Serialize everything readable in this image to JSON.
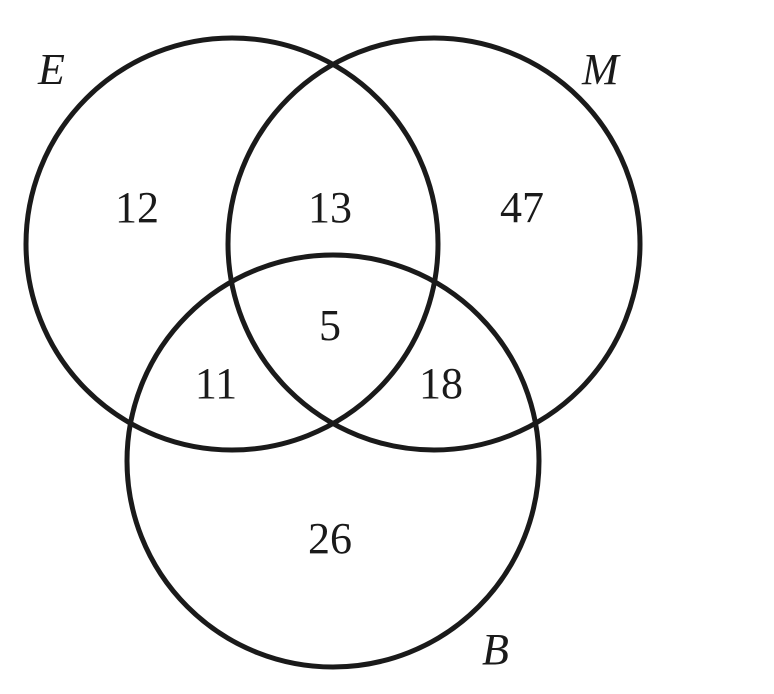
{
  "sets": {
    "e": {
      "label": "E"
    },
    "m": {
      "label": "M"
    },
    "b": {
      "label": "B"
    }
  },
  "regions": {
    "e_only": "12",
    "e_and_m_only": "13",
    "m_only": "47",
    "e_m_b": "5",
    "e_and_b_only": "11",
    "m_and_b_only": "18",
    "b_only": "26"
  },
  "colors": {
    "stroke": "#1a1a1a",
    "background": "#ffffff"
  }
}
